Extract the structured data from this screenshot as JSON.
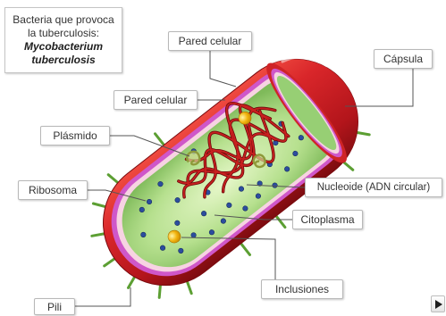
{
  "title_box": {
    "line1": "Bacteria que provoca",
    "line2": "la tuberculosis:",
    "species_line1": "Mycobacterium",
    "species_line2": "tuberculosis"
  },
  "labels": {
    "pared_celular_top": "Pared celular",
    "capsula": "Cápsula",
    "pared_celular_left": "Pared celular",
    "plasmido": "Plásmido",
    "ribosoma": "Ribosoma",
    "nucleoide": "Nucleoide (ADN circular)",
    "citoplasma": "Citoplasma",
    "inclusiones": "Inclusiones",
    "pili": "Pili"
  },
  "controls": {
    "next_icon": "play-icon"
  },
  "colors": {
    "cell_wall": "#c61d23",
    "capsule": "#cf57c9",
    "cytoplasm": "#b6e08e",
    "nucleoid_dna": "#c8201f",
    "ribosome": "#2c4d9e",
    "inclusion": "#f2b40f",
    "pili": "#5c9f33",
    "label_border": "#b8b8b8"
  }
}
